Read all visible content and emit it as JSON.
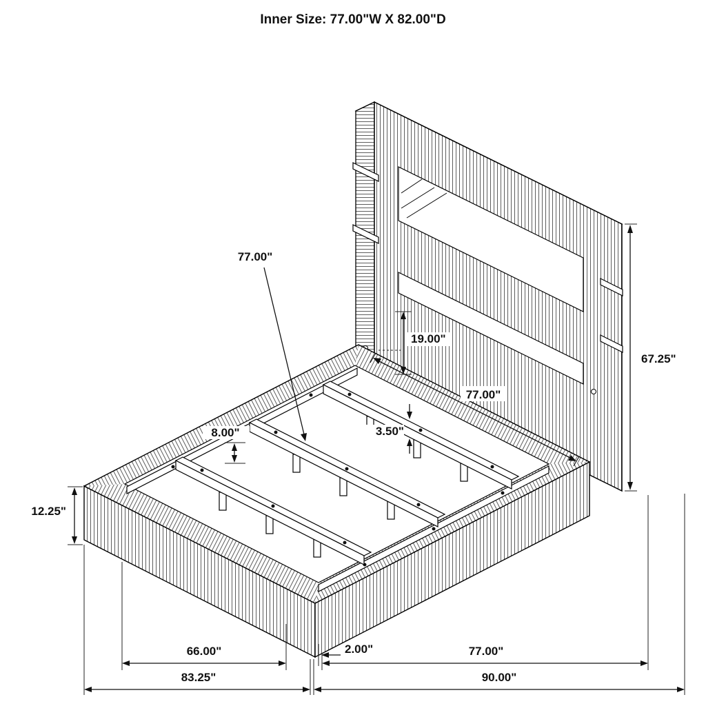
{
  "title": "Inner Size: 77.00\"W X 82.00\"D",
  "dimensions": {
    "slat_length": "77.00\"",
    "inner_width": "77.00\"",
    "headboard_height": "67.25\"",
    "base_height": "12.25\"",
    "deck_to_panel": "19.00\"",
    "slat_thickness": "3.50\"",
    "rail_to_slat": "8.00\"",
    "inner_base_width": "66.00\"",
    "overall_width": "83.25\"",
    "frame_offset": "2.00\"",
    "inner_depth": "77.00\"",
    "overall_depth": "90.00\""
  }
}
